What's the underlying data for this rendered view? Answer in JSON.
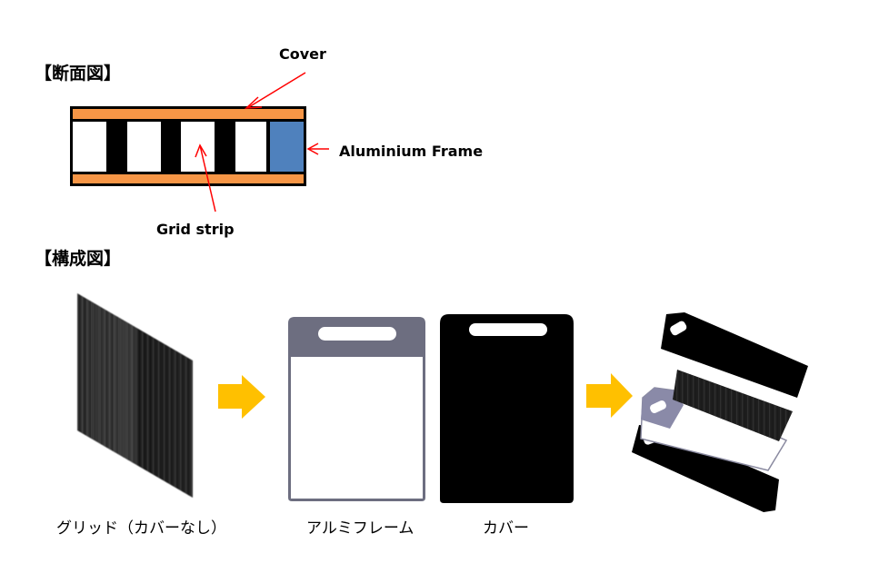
{
  "section_cross": {
    "title": "【断面図】",
    "labels": {
      "cover": "Cover",
      "frame": "Aluminium Frame",
      "grid": "Grid strip"
    }
  },
  "section_config": {
    "title": "【構成図】",
    "captions": {
      "grid": "グリッド（カバーなし）",
      "frame": "アルミフレーム",
      "cover": "カバー"
    }
  },
  "colors": {
    "cover": "#F79646",
    "frame": "#4F81BD",
    "arrow_yellow": "#FFC000",
    "pointer_red": "#FF0000",
    "frame_gray": "#6D6E80"
  }
}
